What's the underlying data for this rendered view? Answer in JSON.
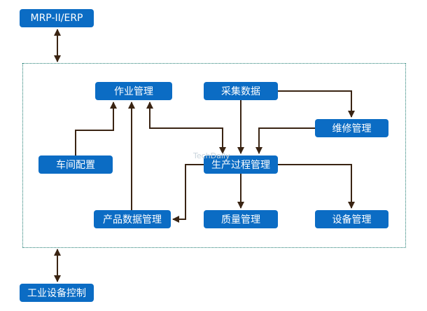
{
  "nodes": {
    "mrp": "MRP-II/ERP",
    "industrial_control": "工业设备控制",
    "job_management": "作业管理",
    "data_collection": "采集数据",
    "maintenance_management": "维修管理",
    "workshop_config": "车间配置",
    "production_process": "生产过程管理",
    "product_data": "产品数据管理",
    "quality_management": "质量管理",
    "equipment_management": "设备管理"
  },
  "watermark": "TechDaily",
  "colors": {
    "node_fill": "#0b6cc4",
    "node_text": "#ffffff",
    "arrow": "#3a2413",
    "frame": "#1d7a70"
  }
}
